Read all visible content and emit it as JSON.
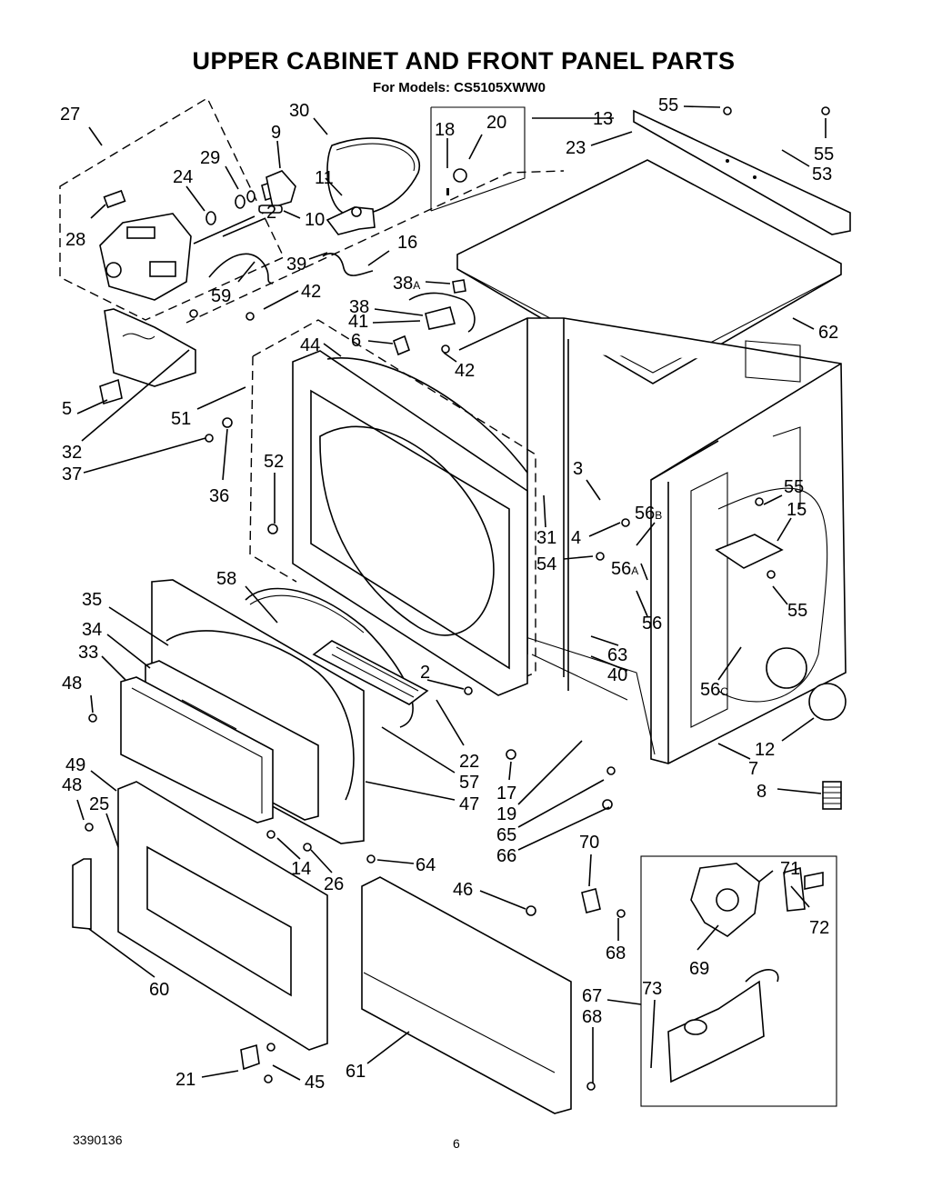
{
  "title": "UPPER CABINET AND FRONT PANEL PARTS",
  "subtitle": "For Models: CS5105XWW0",
  "document_number": "3390136",
  "page_number": "6",
  "callouts": [
    {
      "id": "27",
      "text": "27"
    },
    {
      "id": "30",
      "text": "30"
    },
    {
      "id": "9",
      "text": "9"
    },
    {
      "id": "18",
      "text": "18"
    },
    {
      "id": "20",
      "text": "20"
    },
    {
      "id": "13",
      "text": "13"
    },
    {
      "id": "55a",
      "text": "55"
    },
    {
      "id": "23",
      "text": "23"
    },
    {
      "id": "55b",
      "text": "55"
    },
    {
      "id": "53",
      "text": "53"
    },
    {
      "id": "29",
      "text": "29"
    },
    {
      "id": "24",
      "text": "24"
    },
    {
      "id": "11",
      "text": "11"
    },
    {
      "id": "28",
      "text": "28"
    },
    {
      "id": "2a",
      "text": "2"
    },
    {
      "id": "10",
      "text": "10"
    },
    {
      "id": "16",
      "text": "16"
    },
    {
      "id": "39",
      "text": "39"
    },
    {
      "id": "59",
      "text": "59"
    },
    {
      "id": "42a",
      "text": "42"
    },
    {
      "id": "38a",
      "text": "38",
      "sub": "A"
    },
    {
      "id": "38",
      "text": "38"
    },
    {
      "id": "62",
      "text": "62"
    },
    {
      "id": "41",
      "text": "41"
    },
    {
      "id": "6",
      "text": "6"
    },
    {
      "id": "44",
      "text": "44"
    },
    {
      "id": "42b",
      "text": "42"
    },
    {
      "id": "5",
      "text": "5"
    },
    {
      "id": "51",
      "text": "51"
    },
    {
      "id": "32",
      "text": "32"
    },
    {
      "id": "37",
      "text": "37"
    },
    {
      "id": "36",
      "text": "36"
    },
    {
      "id": "52",
      "text": "52"
    },
    {
      "id": "3",
      "text": "3"
    },
    {
      "id": "55c",
      "text": "55"
    },
    {
      "id": "15",
      "text": "15"
    },
    {
      "id": "56b",
      "text": "56",
      "sub": "B"
    },
    {
      "id": "4",
      "text": "4"
    },
    {
      "id": "31",
      "text": "31"
    },
    {
      "id": "54",
      "text": "54"
    },
    {
      "id": "56a",
      "text": "56",
      "sub": "A"
    },
    {
      "id": "55d",
      "text": "55"
    },
    {
      "id": "58",
      "text": "58"
    },
    {
      "id": "35",
      "text": "35"
    },
    {
      "id": "56",
      "text": "56"
    },
    {
      "id": "34",
      "text": "34"
    },
    {
      "id": "63",
      "text": "63"
    },
    {
      "id": "33",
      "text": "33"
    },
    {
      "id": "40",
      "text": "40"
    },
    {
      "id": "56c",
      "text": "56",
      "sub": "C"
    },
    {
      "id": "48a",
      "text": "48"
    },
    {
      "id": "2b",
      "text": "2"
    },
    {
      "id": "12",
      "text": "12"
    },
    {
      "id": "22",
      "text": "22"
    },
    {
      "id": "7",
      "text": "7"
    },
    {
      "id": "49",
      "text": "49"
    },
    {
      "id": "57",
      "text": "57"
    },
    {
      "id": "17",
      "text": "17"
    },
    {
      "id": "8",
      "text": "8"
    },
    {
      "id": "48b",
      "text": "48"
    },
    {
      "id": "47",
      "text": "47"
    },
    {
      "id": "25",
      "text": "25"
    },
    {
      "id": "19",
      "text": "19"
    },
    {
      "id": "65",
      "text": "65"
    },
    {
      "id": "66",
      "text": "66"
    },
    {
      "id": "70",
      "text": "70"
    },
    {
      "id": "14",
      "text": "14"
    },
    {
      "id": "64",
      "text": "64"
    },
    {
      "id": "71",
      "text": "71"
    },
    {
      "id": "26",
      "text": "26"
    },
    {
      "id": "46",
      "text": "46"
    },
    {
      "id": "72",
      "text": "72"
    },
    {
      "id": "69",
      "text": "69"
    },
    {
      "id": "60",
      "text": "60"
    },
    {
      "id": "68a",
      "text": "68"
    },
    {
      "id": "67",
      "text": "67"
    },
    {
      "id": "73",
      "text": "73"
    },
    {
      "id": "68b",
      "text": "68"
    },
    {
      "id": "61",
      "text": "61"
    },
    {
      "id": "21",
      "text": "21"
    },
    {
      "id": "45",
      "text": "45"
    }
  ]
}
